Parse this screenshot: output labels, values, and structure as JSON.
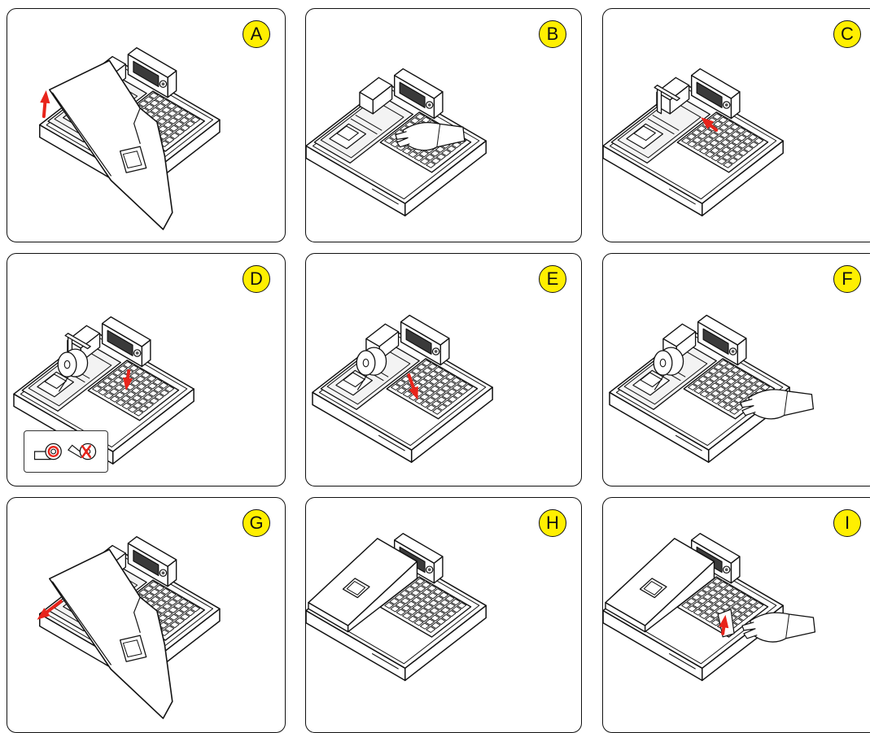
{
  "panels": [
    {
      "label": "A",
      "step": "open-cover"
    },
    {
      "label": "B",
      "step": "release-arm"
    },
    {
      "label": "C",
      "step": "lift-arm"
    },
    {
      "label": "D",
      "step": "insert-roll"
    },
    {
      "label": "E",
      "step": "close-arm"
    },
    {
      "label": "F",
      "step": "tear-paper"
    },
    {
      "label": "G",
      "step": "replace-cover"
    },
    {
      "label": "H",
      "step": "closed-register"
    },
    {
      "label": "I",
      "step": "feed-paper"
    }
  ],
  "colors": {
    "badge": "#ffef00",
    "arrow": "#e8241b",
    "line": "#111111"
  }
}
